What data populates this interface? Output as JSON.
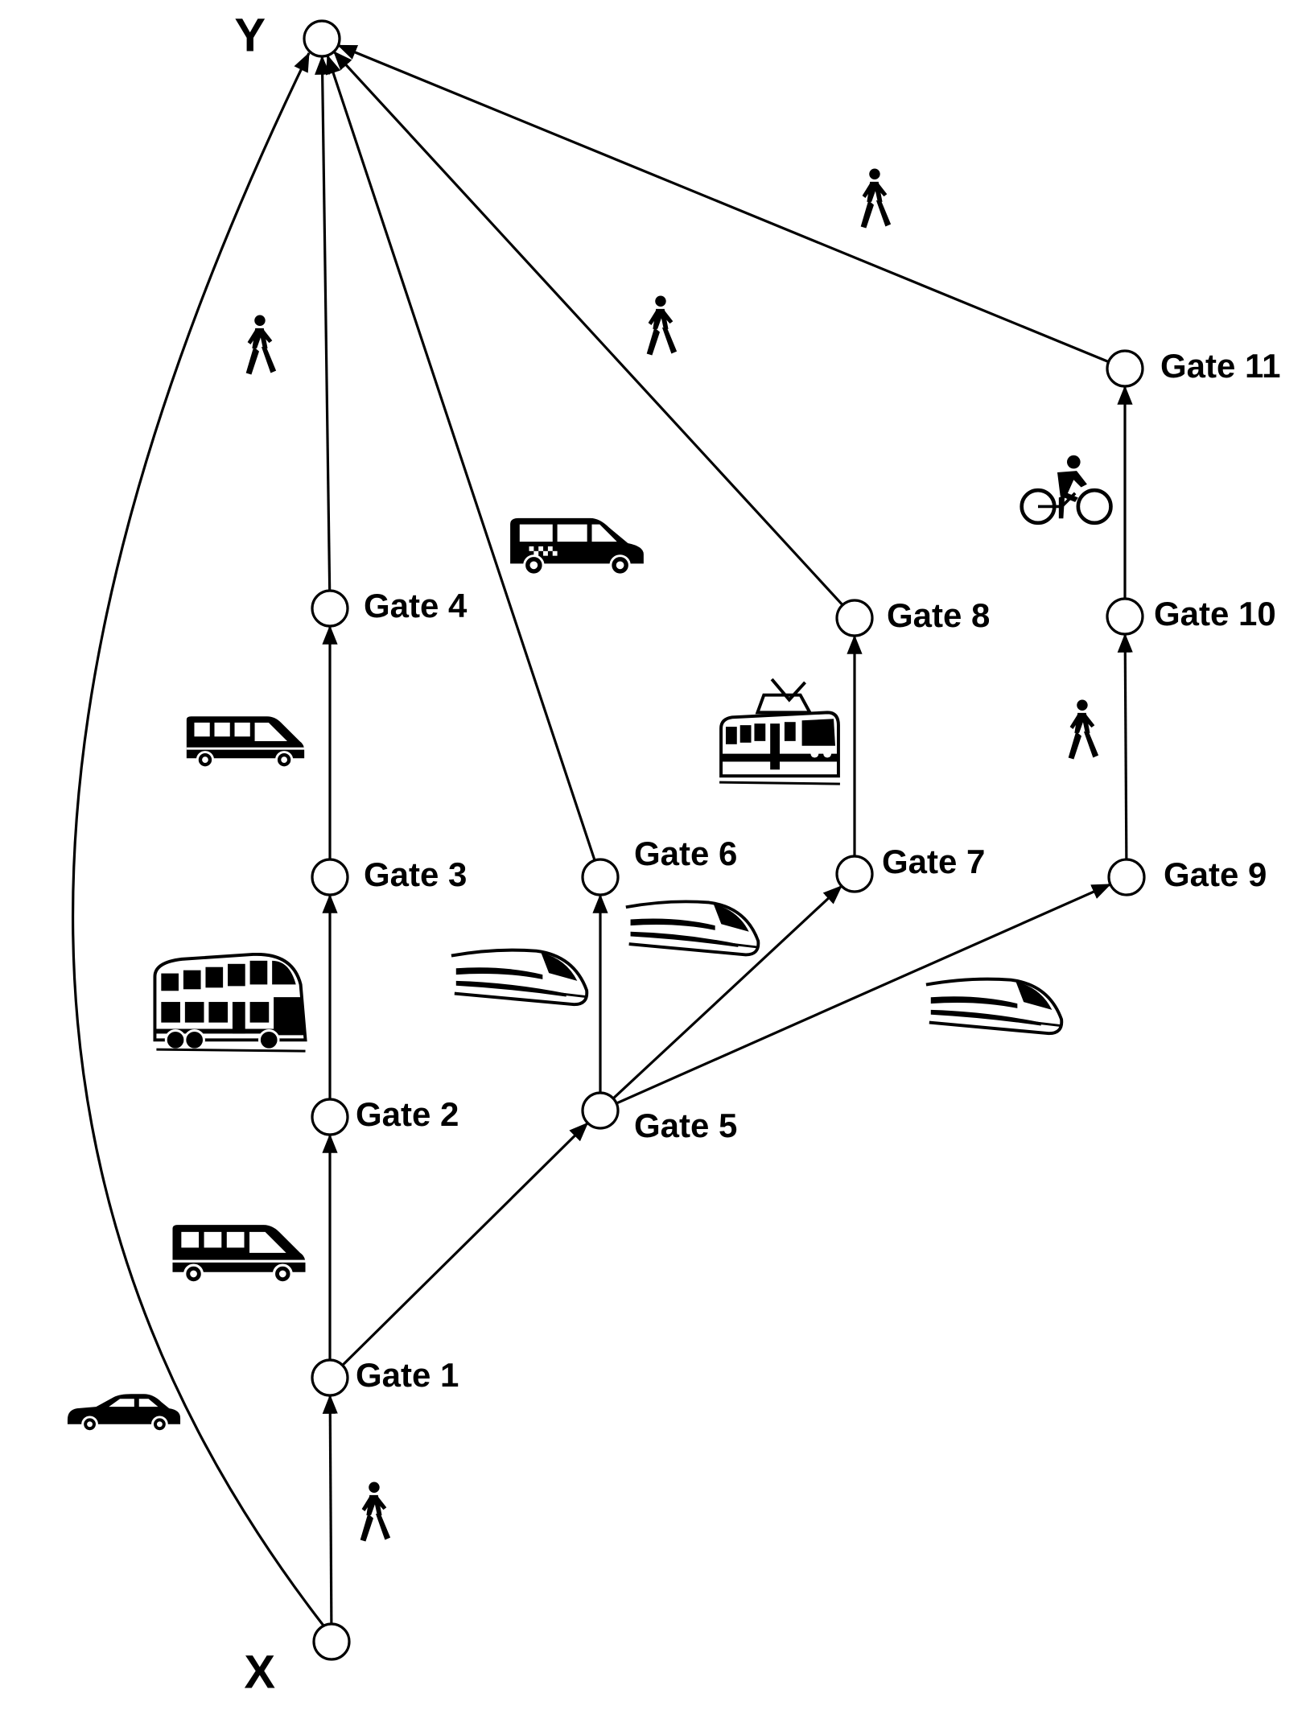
{
  "nodes": [
    {
      "id": "Y",
      "label": "Y"
    },
    {
      "id": "X",
      "label": "X"
    },
    {
      "id": "g1",
      "label": "Gate 1"
    },
    {
      "id": "g2",
      "label": "Gate 2"
    },
    {
      "id": "g3",
      "label": "Gate 3"
    },
    {
      "id": "g4",
      "label": "Gate 4"
    },
    {
      "id": "g5",
      "label": "Gate 5"
    },
    {
      "id": "g6",
      "label": "Gate 6"
    },
    {
      "id": "g7",
      "label": "Gate 7"
    },
    {
      "id": "g8",
      "label": "Gate 8"
    },
    {
      "id": "g9",
      "label": "Gate 9"
    },
    {
      "id": "g10",
      "label": "Gate 10"
    },
    {
      "id": "g11",
      "label": "Gate 11"
    }
  ],
  "edges": [
    {
      "from": "X",
      "to": "Y",
      "mode": "car-icon"
    },
    {
      "from": "X",
      "to": "g1",
      "mode": "walking-person-icon"
    },
    {
      "from": "g1",
      "to": "g2",
      "mode": "minibus-icon"
    },
    {
      "from": "g2",
      "to": "g3",
      "mode": "double-decker-bus-icon"
    },
    {
      "from": "g3",
      "to": "g4",
      "mode": "minibus-icon"
    },
    {
      "from": "g4",
      "to": "Y",
      "mode": "walking-person-icon"
    },
    {
      "from": "g1",
      "to": "g5",
      "mode": ""
    },
    {
      "from": "g5",
      "to": "g6",
      "mode": "high-speed-train-icon"
    },
    {
      "from": "g5",
      "to": "g7",
      "mode": "high-speed-train-icon"
    },
    {
      "from": "g5",
      "to": "g9",
      "mode": "high-speed-train-icon"
    },
    {
      "from": "g6",
      "to": "Y",
      "mode": "taxi-van-icon"
    },
    {
      "from": "g7",
      "to": "g8",
      "mode": "tram-icon"
    },
    {
      "from": "g8",
      "to": "Y",
      "mode": "walking-person-icon"
    },
    {
      "from": "g9",
      "to": "g10",
      "mode": "walking-person-icon"
    },
    {
      "from": "g10",
      "to": "g11",
      "mode": "cyclist-icon"
    },
    {
      "from": "g11",
      "to": "Y",
      "mode": "walking-person-icon"
    }
  ],
  "colors": {
    "stroke": "#000000",
    "background": "#ffffff"
  }
}
